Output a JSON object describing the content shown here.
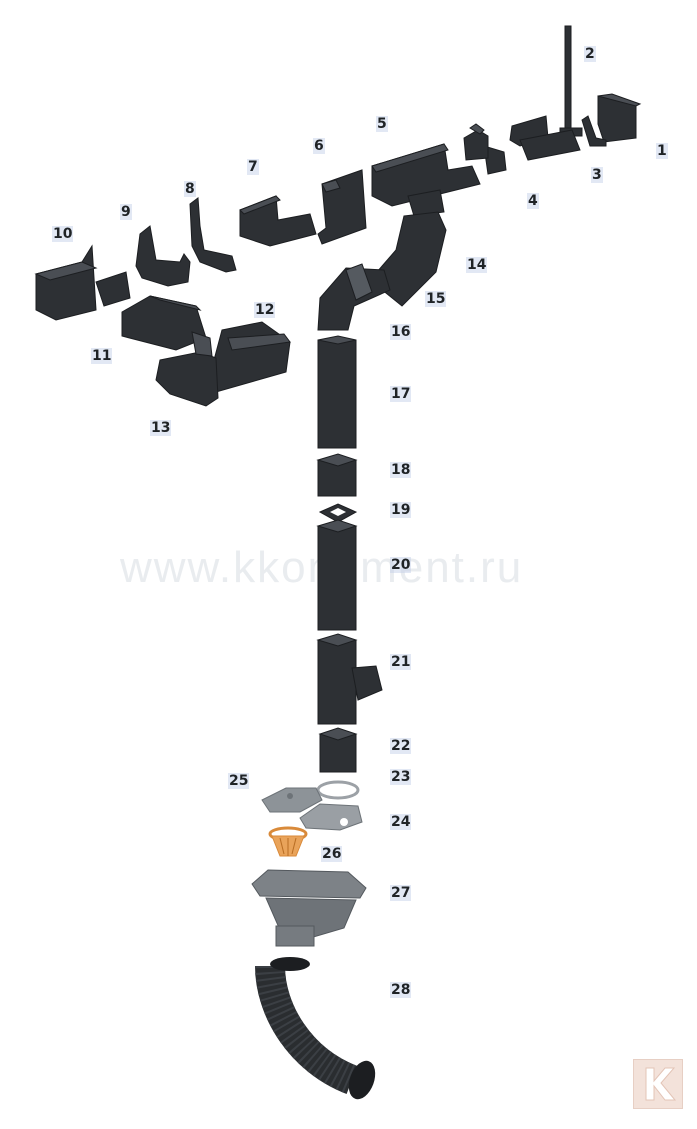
{
  "diagram": {
    "watermark_text": "www.kkontiment.ru",
    "logo_letter": "K",
    "colors": {
      "part_fill": "#2d3034",
      "part_top": "#4a4e54",
      "strainer": "#d98a3a",
      "gasket": "#9ca1a6",
      "label_bg": "#c6d3e8"
    },
    "labels": [
      "1",
      "2",
      "3",
      "4",
      "5",
      "6",
      "7",
      "8",
      "9",
      "10",
      "11",
      "12",
      "13",
      "14",
      "15",
      "16",
      "17",
      "18",
      "19",
      "20",
      "21",
      "22",
      "23",
      "24",
      "25",
      "26",
      "27",
      "28"
    ]
  }
}
